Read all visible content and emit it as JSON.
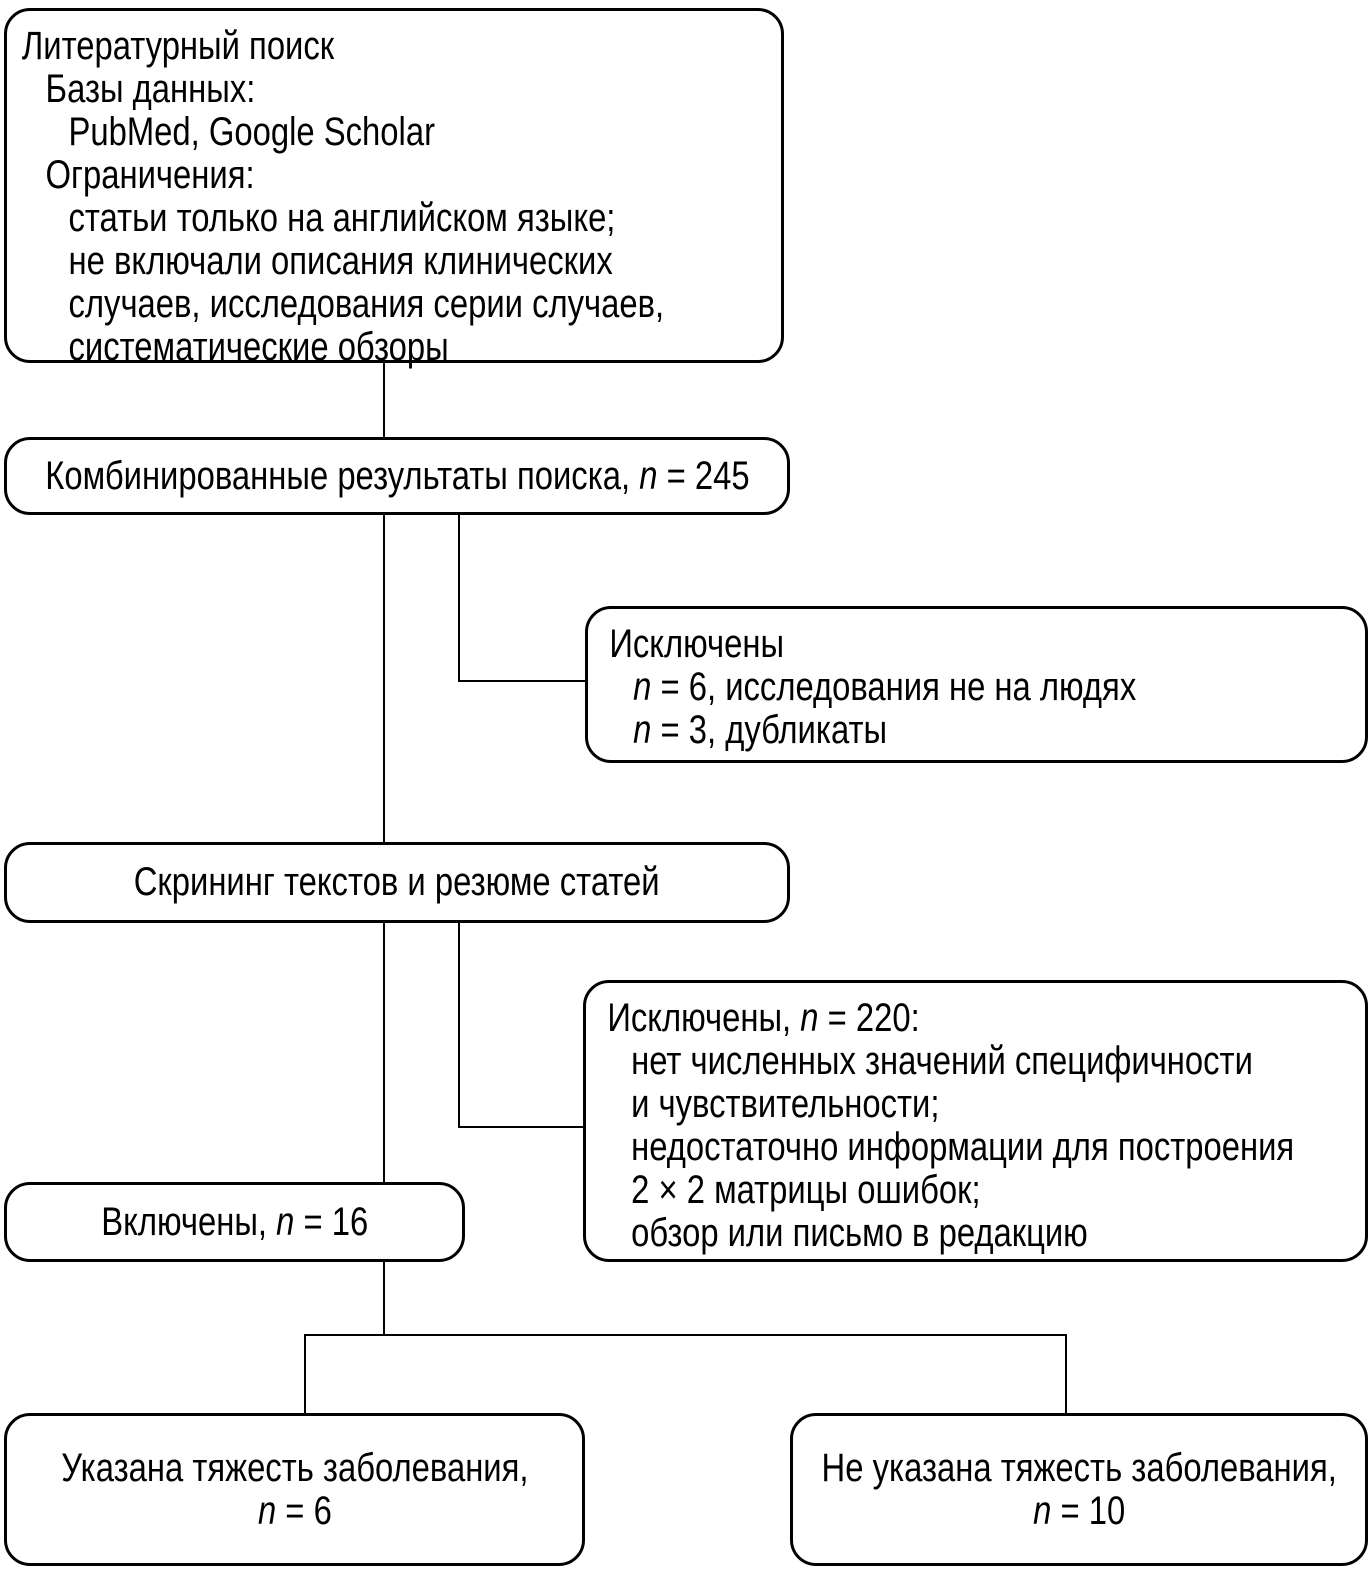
{
  "diagram": {
    "title_semantic": "Literature search flow diagram (PRISMA-style), Russian",
    "boxes": {
      "literature_search": {
        "lines": [
          {
            "text": "Литературный поиск"
          },
          {
            "text": "Базы данных:"
          },
          {
            "text": "PubMed, Google Scholar"
          },
          {
            "text": "Ограничения:"
          },
          {
            "text": "статьи только на английском языке;"
          },
          {
            "text": "не включали описания клинических"
          },
          {
            "text": "случаев, исследования серии случаев,"
          },
          {
            "text": "систематические обзоры"
          }
        ]
      },
      "combined_results": {
        "pre": "Комбинированные результаты поиска, ",
        "n": "n",
        "post": " = 245"
      },
      "excluded_first": {
        "title": "Исключены",
        "items": [
          {
            "n": "n",
            "text": " = 6, исследования не на людях"
          },
          {
            "n": "n",
            "text": " = 3, дубликаты"
          }
        ]
      },
      "screening": {
        "text": "Скрининг текстов и резюме статей"
      },
      "excluded_second": {
        "title_pre": "Исключены, ",
        "n": "n",
        "title_post": " = 220:",
        "items": [
          {
            "text": "нет численных значений специфичности"
          },
          {
            "text": "и чувствительности;"
          },
          {
            "text": "недостаточно информации для построения"
          },
          {
            "text": "2 × 2 матрицы ошибок;"
          },
          {
            "text": "обзор или письмо в редакцию"
          }
        ]
      },
      "included": {
        "pre": "Включены, ",
        "n": "n",
        "post": " = 16"
      },
      "severity_stated": {
        "line1": "Указана тяжесть заболевания,",
        "n": "n",
        "post": " = 6"
      },
      "severity_not_stated": {
        "line1": "Не указана тяжесть заболевания,",
        "n": "n",
        "post": " = 10"
      }
    },
    "colors": {
      "line": "#000000",
      "background": "#ffffff",
      "text": "#000000"
    }
  }
}
